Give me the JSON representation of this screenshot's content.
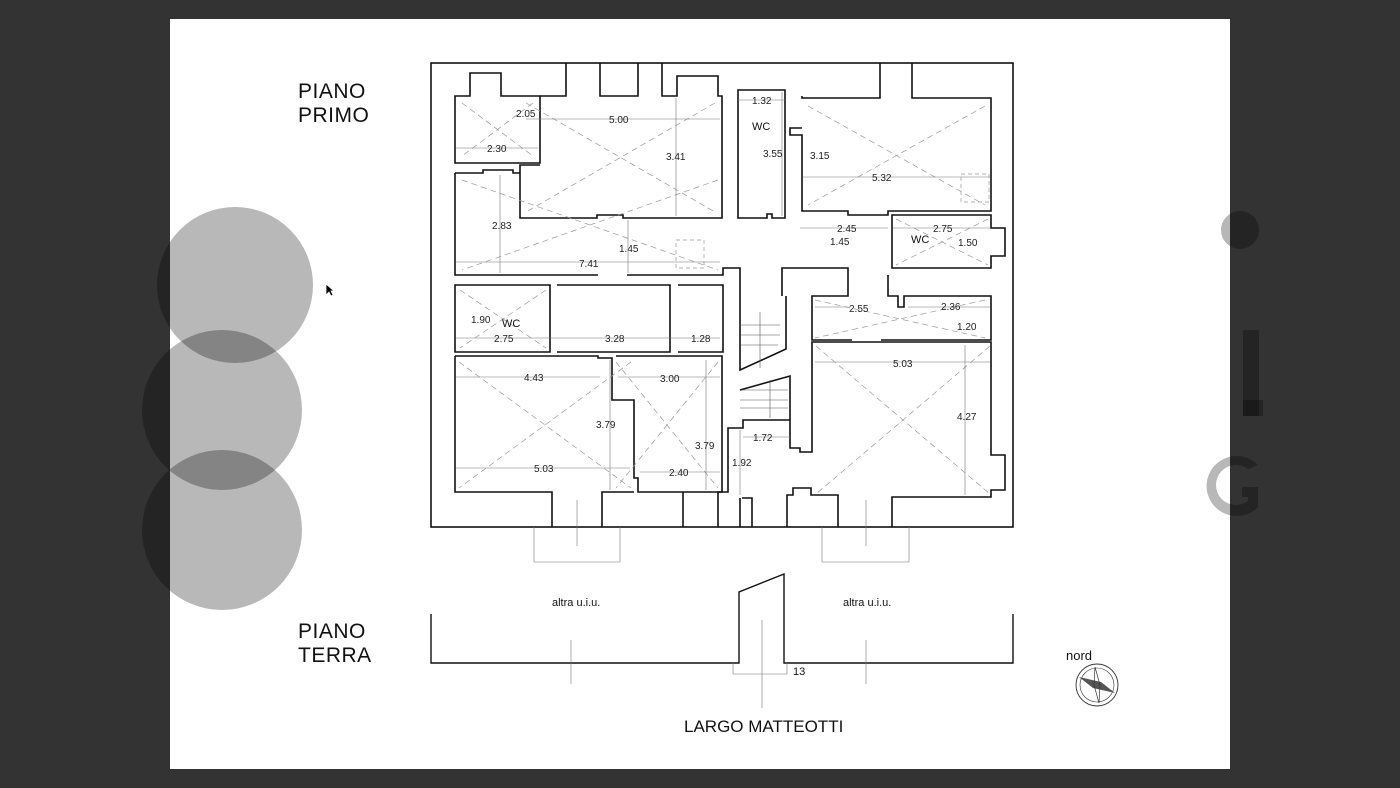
{
  "labels": {
    "floor_first_line1": "PIANO",
    "floor_first_line2": "PRIMO",
    "floor_ground_line1": "PIANO",
    "floor_ground_line2": "TERRA",
    "street": "LARGO MATTEOTTI",
    "north": "nord",
    "other_unit_left": "altra u.i.u.",
    "other_unit_right": "altra u.i.u.",
    "entrance_number": "13"
  },
  "rooms": {
    "wc1": "WC",
    "wc2": "WC",
    "wc3": "WC"
  },
  "dimensions": [
    "2.05",
    "5.00",
    "1.32",
    "3.41",
    "3.55",
    "3.15",
    "5.32",
    "2.30",
    "2.83",
    "2.45",
    "1.45",
    "2.75",
    "1.50",
    "1.45",
    "7.41",
    "2.55",
    "2.36",
    "1.90",
    "1.20",
    "3.28",
    "1.28",
    "2.75",
    "5.03",
    "4.43",
    "3.00",
    "3.79",
    "3.79",
    "1.72",
    "4.27",
    "1.92",
    "5.03",
    "2.40"
  ],
  "icons": [
    "compass-icon",
    "cursor-icon"
  ],
  "colors": {
    "frame": "#333333",
    "sheet": "#ffffff",
    "lines": "#111111",
    "dashed": "#888888"
  }
}
